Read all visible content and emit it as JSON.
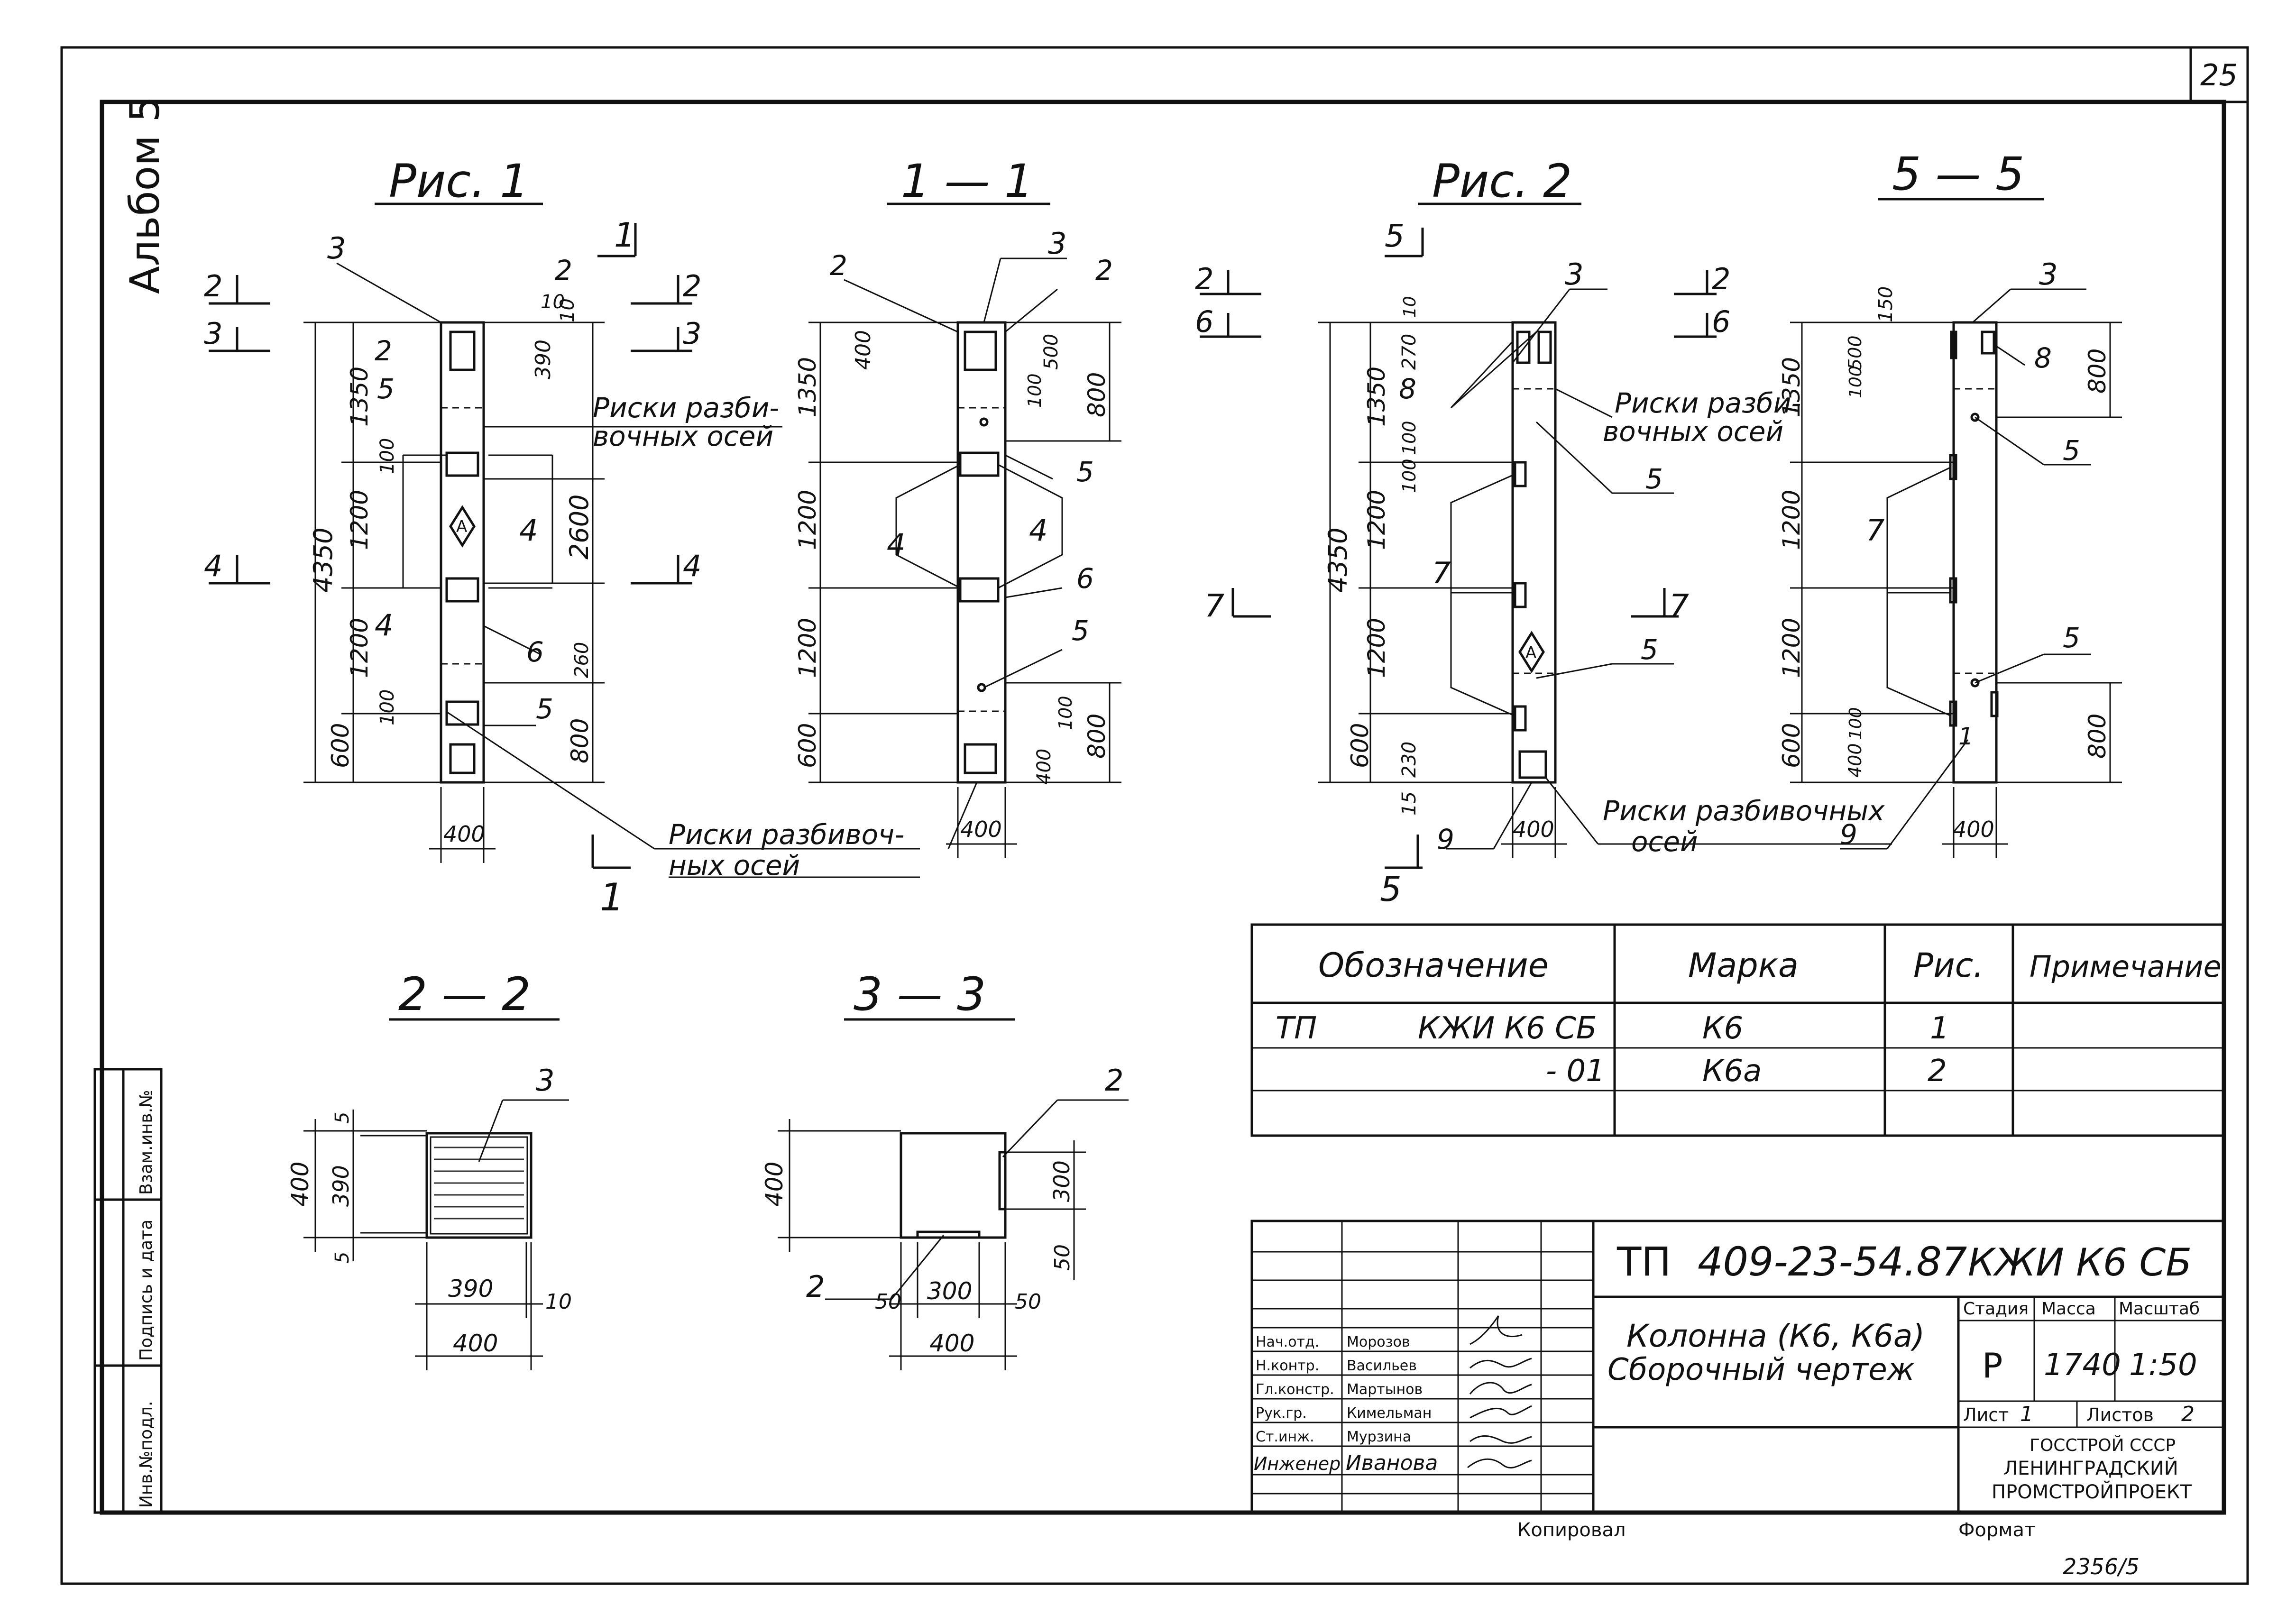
{
  "page_number": "25",
  "album_label": "Альбом 5",
  "side_stamps": {
    "inv_podl": "Инв.№подл.",
    "podpis_data": "Подпись и дата",
    "vzam_inv": "Взам.инв.№"
  },
  "views": {
    "fig1": {
      "title": "Рис. 1"
    },
    "sec11": {
      "title": "1 — 1"
    },
    "fig2": {
      "title": "Рис. 2"
    },
    "sec55": {
      "title": "5 — 5"
    },
    "sec22": {
      "title": "2 — 2"
    },
    "sec33": {
      "title": "3 — 3"
    }
  },
  "labels": {
    "riski1": "Риски разби-",
    "riski1b": "вочных осей",
    "riski2": "Риски разбивоч-",
    "riski2b": "ных осей",
    "riski3": "Риски разби-",
    "riski3b": "вочных осей",
    "riski4": "Риски разбивочных",
    "riski4b": "осей"
  },
  "cut_marks": {
    "c1": "1",
    "c2": "2",
    "c3": "3",
    "c4": "4",
    "c5": "5",
    "c6": "6",
    "c7": "7"
  },
  "leader_numbers": {
    "n1": "1",
    "n2": "2",
    "n3": "3",
    "n4": "4",
    "n5": "5",
    "n6": "6",
    "n7": "7",
    "n8": "8",
    "n9": "9"
  },
  "dims": {
    "d4350": "4350",
    "d1350": "1350",
    "d1200": "1200",
    "d600": "600",
    "d2600": "2600",
    "d800": "800",
    "d390": "390",
    "d10": "10",
    "d400": "400",
    "d100": "100",
    "d260": "260",
    "d500": "500",
    "d270": "270",
    "d230": "230",
    "d15": "15",
    "d150": "150",
    "d5": "5",
    "d300": "300",
    "d50": "50"
  },
  "spec_table": {
    "headers": [
      "Обозначение",
      "Марка",
      "Рис.",
      "Примечание"
    ],
    "rows": [
      {
        "prefix": "ТП",
        "designation": "КЖИ К6 СБ",
        "mark": "К6",
        "fig": "1",
        "note": ""
      },
      {
        "prefix": "",
        "designation": "- 01",
        "mark": "К6а",
        "fig": "2",
        "note": ""
      }
    ]
  },
  "title_block": {
    "code_prefix": "ТП",
    "code_number": "409-23-54.87",
    "code_suffix": "КЖИ К6 СБ",
    "name_line1": "Колонна (К6, К6а)",
    "name_line2": "Сборочный чертеж",
    "stage_header": "Стадия",
    "mass_header": "Масса",
    "scale_header": "Масштаб",
    "stage": "Р",
    "mass": "1740",
    "scale": "1:50",
    "sheet_label": "Лист",
    "sheet_value": "1",
    "sheets_label": "Листов",
    "sheets_value": "2",
    "org1": "ГОССТРОЙ СССР",
    "org2": "ЛЕНИНГРАДСКИЙ",
    "org3": "ПРОМСТРОЙПРОЕКТ",
    "staff": [
      {
        "role": "Нач.отд.",
        "name": "Морозов"
      },
      {
        "role": "Н.контр.",
        "name": "Васильев"
      },
      {
        "role": "Гл.констр.",
        "name": "Мартынов"
      },
      {
        "role": "Рук.гр.",
        "name": "Кимельман"
      },
      {
        "role": "Ст.инж.",
        "name": "Мурзина"
      },
      {
        "role": "Инженер",
        "name": "Иванова"
      }
    ]
  },
  "footer": {
    "copied": "Копировал",
    "format": "Формат",
    "archive": "2356/5"
  }
}
